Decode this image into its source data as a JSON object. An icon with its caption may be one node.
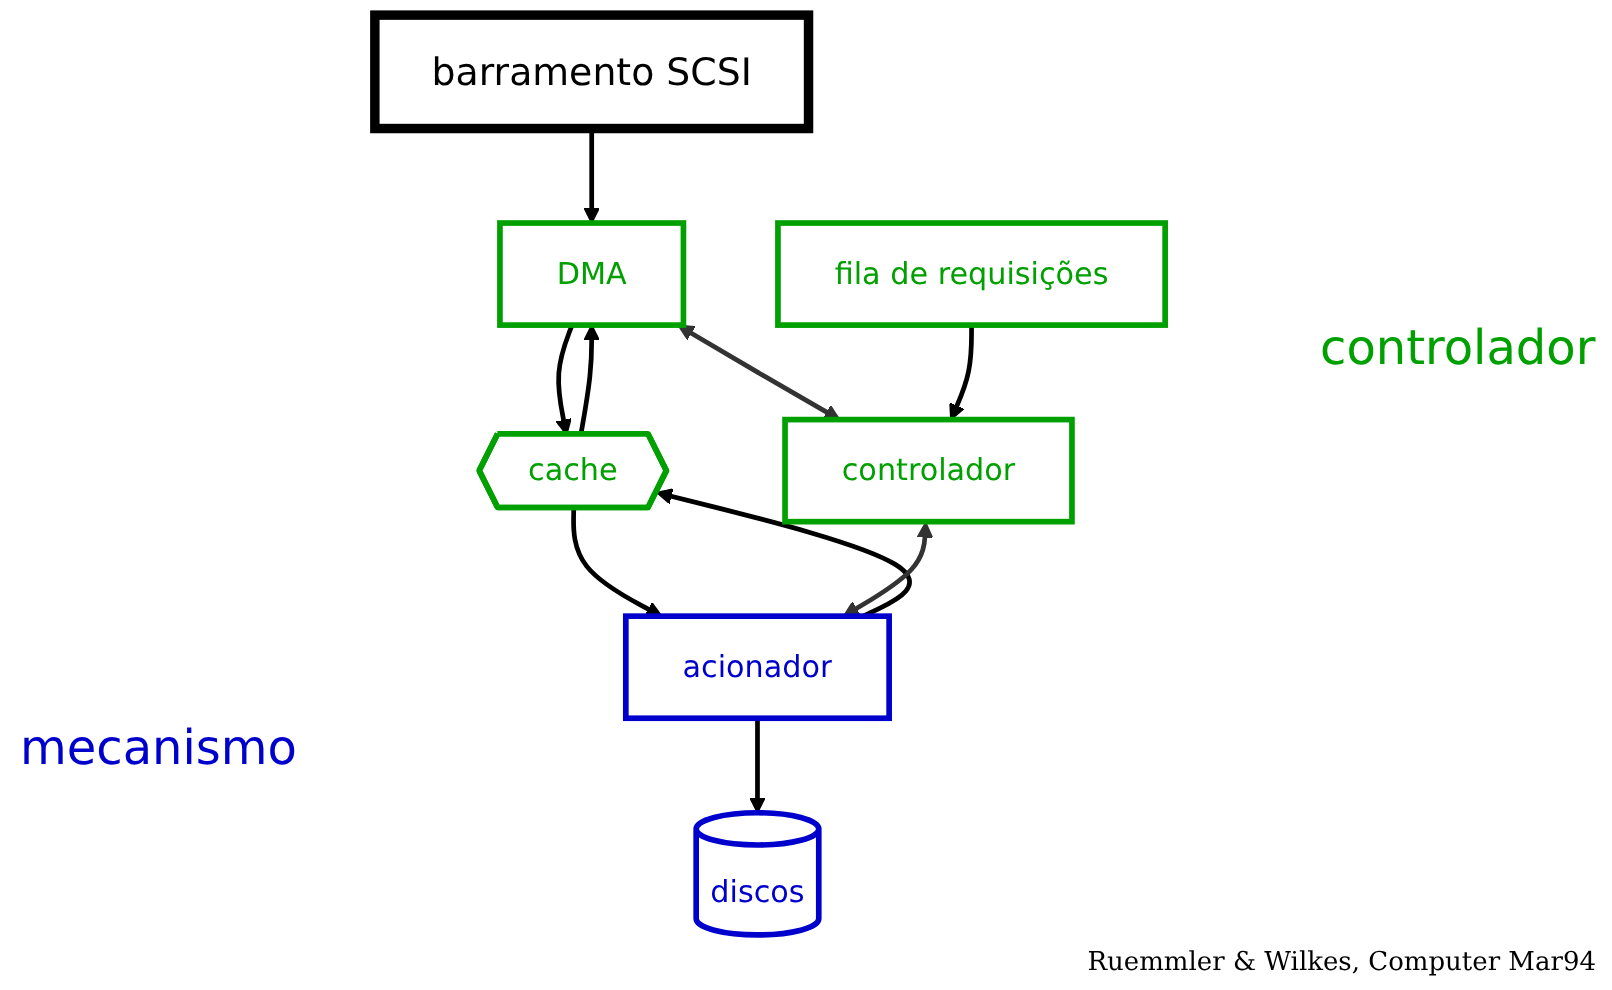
{
  "diagram": {
    "caption": "Ruemmler & Wilkes, Computer Mar94",
    "nodes": [
      {
        "text": [
          "barramento SCSI"
        ]
      },
      {
        "text": [
          "DMA"
        ]
      },
      {
        "text": [
          "fila de requisições"
        ]
      },
      {
        "text": [
          "cache"
        ]
      },
      {
        "text": [
          "controlador"
        ]
      },
      {
        "text": [
          "acionador"
        ]
      },
      {
        "text": [
          "discos"
        ]
      }
    ],
    "edges": [
      {
        "from": 0,
        "to": 1,
        "arrow": "to"
      },
      {
        "from": 1,
        "to": 3,
        "arrow": "to"
      },
      {
        "from": 3,
        "to": 1,
        "arrow": "to"
      },
      {
        "from": 1,
        "to": 4,
        "arrow": "both",
        "color": "#333333"
      },
      {
        "from": 2,
        "to": 4,
        "arrow": "to"
      },
      {
        "from": 3,
        "to": 5,
        "arrow": "to"
      },
      {
        "from": 5,
        "to": 3,
        "arrow": "to"
      },
      {
        "from": 4,
        "to": 5,
        "arrow": "both",
        "color": "#333333"
      },
      {
        "from": 5,
        "to": 6,
        "arrow": "to"
      }
    ],
    "labels": [
      "controlador",
      "mecanismo"
    ]
  }
}
